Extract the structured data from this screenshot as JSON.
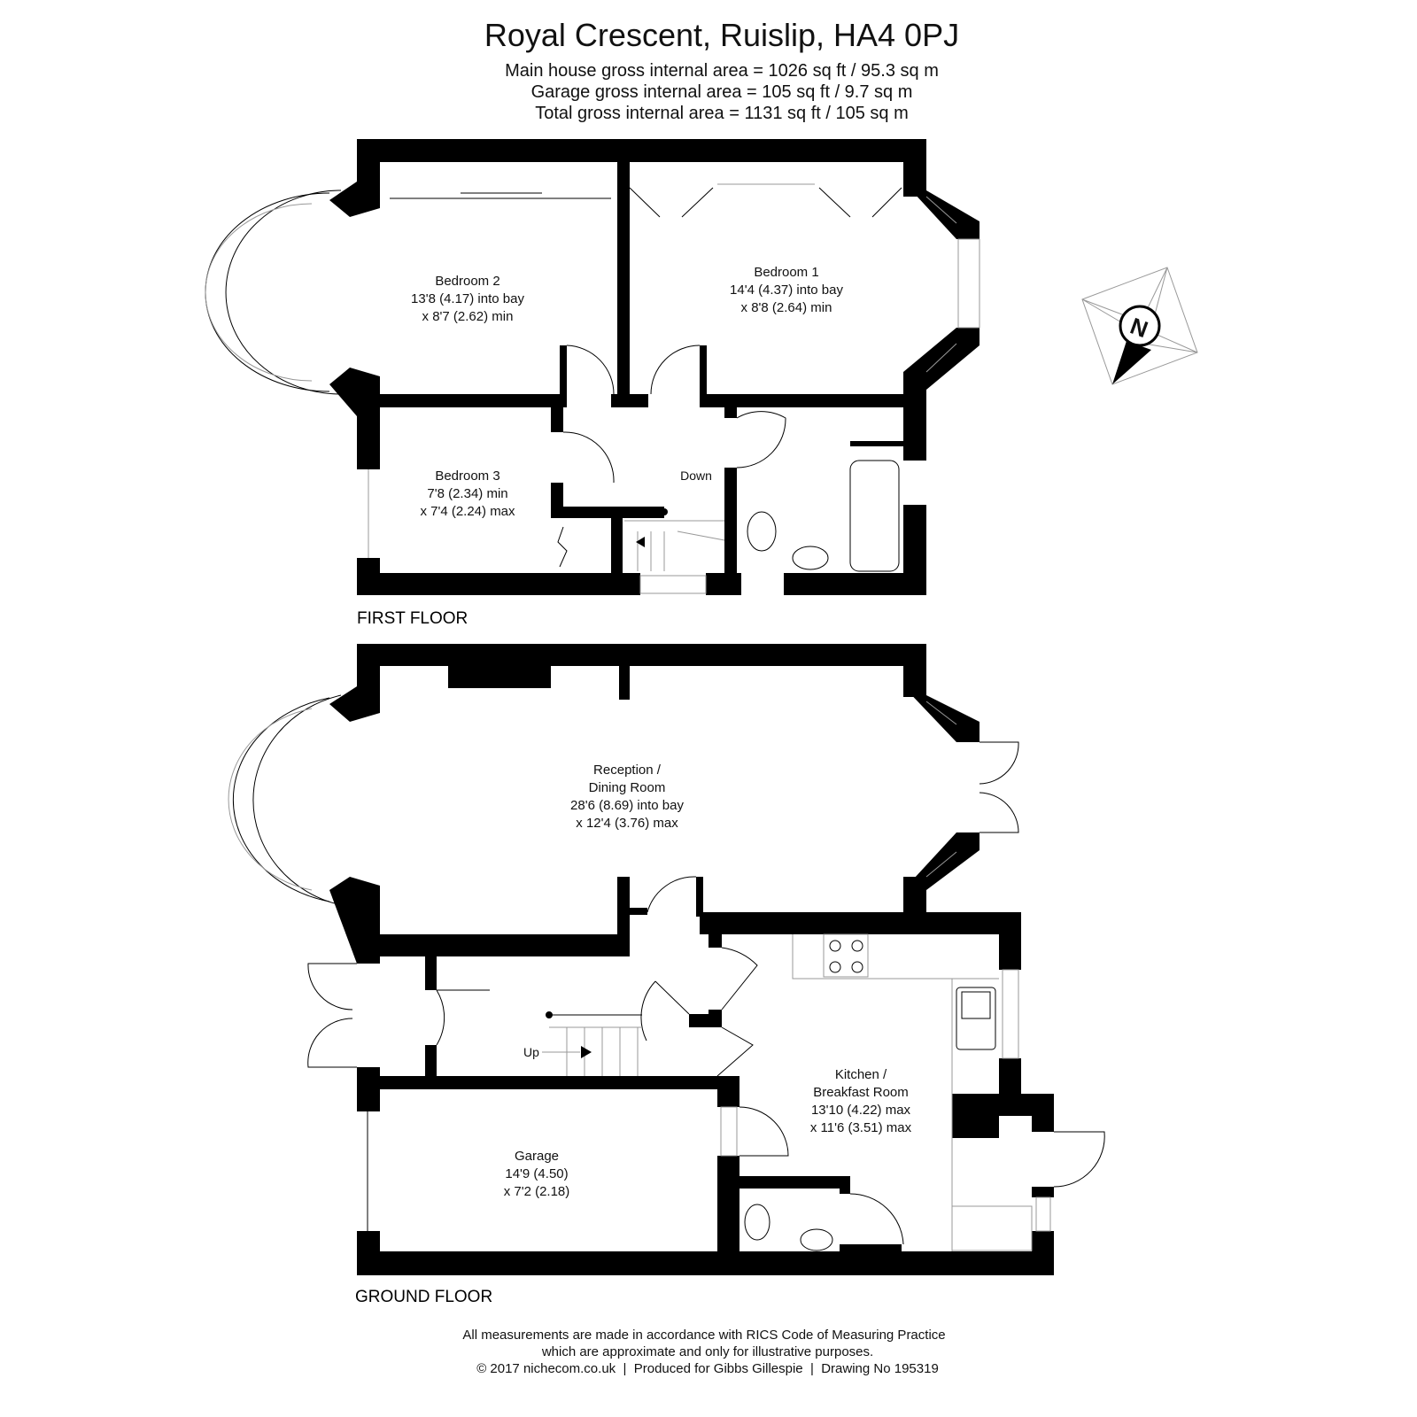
{
  "header": {
    "title": "Royal Crescent, Ruislip, HA4 0PJ",
    "areas": [
      "Main house gross internal area =  1026 sq ft / 95.3 sq m",
      "Garage gross internal area = 105 sq ft / 9.7 sq m",
      "Total gross internal area =  1131 sq ft / 105 sq m"
    ]
  },
  "first_floor": {
    "label": "FIRST FLOOR",
    "stairs_label": "Down",
    "rooms": [
      {
        "name": "Bedroom 2",
        "dim1": "13'8 (4.17) into bay",
        "dim2": "x 8'7 (2.62) min"
      },
      {
        "name": "Bedroom 1",
        "dim1": "14'4 (4.37) into bay",
        "dim2": "x 8'8 (2.64) min"
      },
      {
        "name": "Bedroom 3",
        "dim1": "7'8 (2.34) min",
        "dim2": "x 7'4 (2.24) max"
      }
    ]
  },
  "ground_floor": {
    "label": "GROUND FLOOR",
    "stairs_label": "Up",
    "rooms": [
      {
        "name": "Reception /",
        "name2": "Dining Room",
        "dim1": "28'6 (8.69) into bay",
        "dim2": "x 12'4 (3.76) max"
      },
      {
        "name": "Kitchen /",
        "name2": "Breakfast Room",
        "dim1": "13'10 (4.22) max",
        "dim2": "x 11'6 (3.51) max"
      },
      {
        "name": "Garage",
        "dim1": "14'9 (4.50)",
        "dim2": "x 7'2 (2.18)"
      }
    ]
  },
  "compass": {
    "label": "N"
  },
  "footer": [
    "All measurements are made in accordance with RICS Code of Measuring Practice",
    "which are approximate and only for illustrative purposes.",
    "© 2017 nichecom.co.uk  |  Produced for Gibbs Gillespie  |  Drawing No 195319"
  ]
}
